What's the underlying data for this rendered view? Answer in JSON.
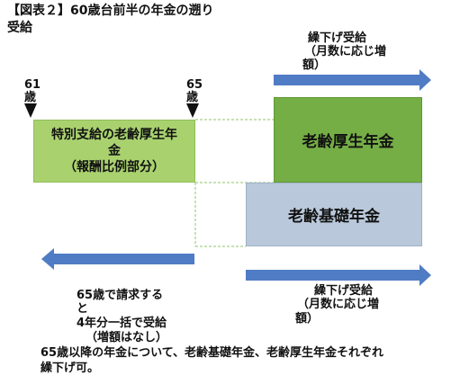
{
  "figure": {
    "title_line1": "【図表２】60歳台前半の年金の遡り",
    "title_line2": "受給"
  },
  "markers": {
    "age61_line1": "61",
    "age61_line2": "歳",
    "age65_line1": "65",
    "age65_line2": "歳"
  },
  "boxes": {
    "special_line1": "特別支給の老齢厚生年",
    "special_line2": "金",
    "special_line3": "（報酬比例部分）",
    "employee_pension": "老齢厚生年金",
    "basic_pension": "老齢基礎年金"
  },
  "arrows": {
    "deferral_top_line1": "繰下げ受給",
    "deferral_top_line2": "（月数に応じ増",
    "deferral_top_line3": "額）",
    "deferral_bottom_line1": "繰下げ受給",
    "deferral_bottom_line2": "（月数に応じ増",
    "deferral_bottom_line3": "額）"
  },
  "notes": {
    "claim_line1": "65歳で請求する",
    "claim_line2": "と",
    "claim_line3": "4年分一括で受給",
    "claim_line4": "（増額はなし）",
    "footer_line1": "65歳以降の年金について、老齢基礎年金、老齢厚生年金それぞれ",
    "footer_line2": "繰下げ可。"
  },
  "colors": {
    "green_box": "#a9d26f",
    "dark_green_box": "#75ae45",
    "blue_gray_box": "#b9c8da",
    "arrow_blue": "#4f7cc4"
  }
}
